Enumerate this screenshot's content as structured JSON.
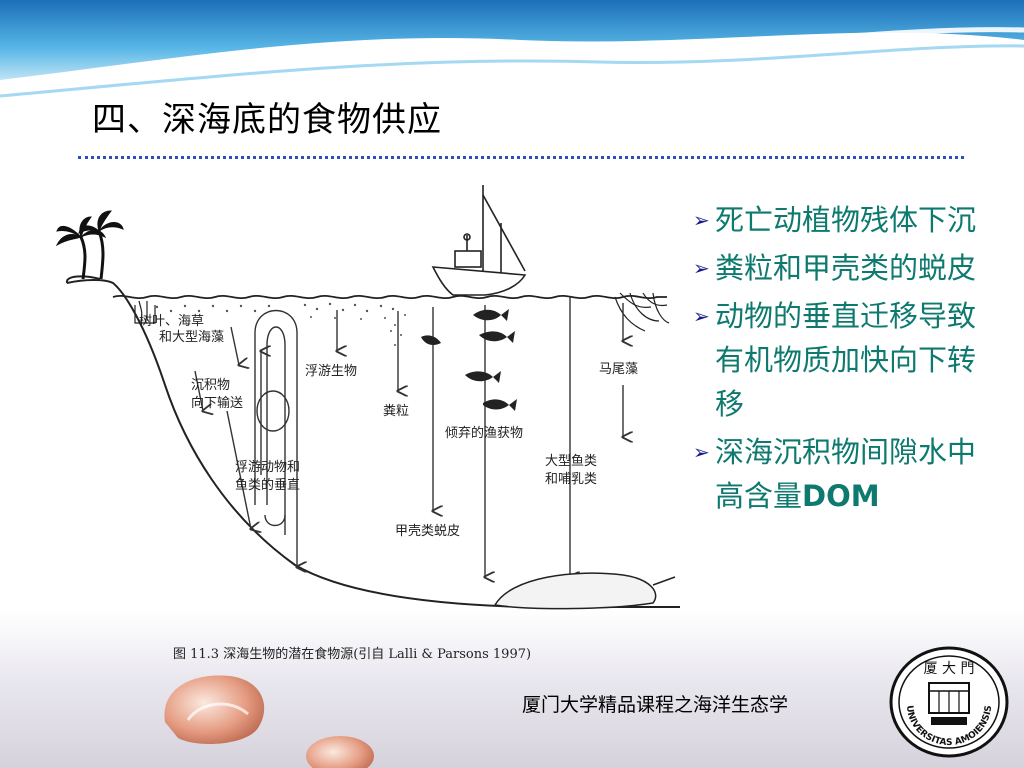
{
  "slide": {
    "title": "四、深海底的食物供应"
  },
  "diagram": {
    "labels": {
      "leaves": "树叶、海草",
      "leaves2": "和大型海藻",
      "sediment": "沉积物",
      "sediment2": "向下输送",
      "plankton": "浮游生物",
      "feces": "粪粒",
      "discards": "倾弃的渔获物",
      "sargassum": "马尾藻",
      "migration": "浮游动物和",
      "migration2": "鱼类的垂直",
      "bigfish": "大型鱼类",
      "bigfish2": "和哺乳类",
      "molts": "甲壳类蜕皮"
    },
    "caption": "图 11.3    深海生物的潜在食物源(引自 Lalli & Parsons 1997)"
  },
  "bullets": [
    {
      "text": "死亡动植物残体下沉"
    },
    {
      "text": "粪粒和甲壳类的蜕皮"
    },
    {
      "text": "动物的垂直迁移导致有机物质加快向下转移"
    },
    {
      "text": "深海沉积物间隙水中高含量",
      "bold": "DOM"
    }
  ],
  "bullet_marker": "➢",
  "footer": {
    "course": "厦门大学精品课程之海洋生态学"
  },
  "seal": {
    "top_text": "厦 大 門",
    "ring_text": "UNIVERSITAS AMOIENSIS"
  },
  "colors": {
    "bullet_text": "#0e7a6f",
    "rule": "#2c4fb8",
    "wave": "#3fa7dd"
  }
}
